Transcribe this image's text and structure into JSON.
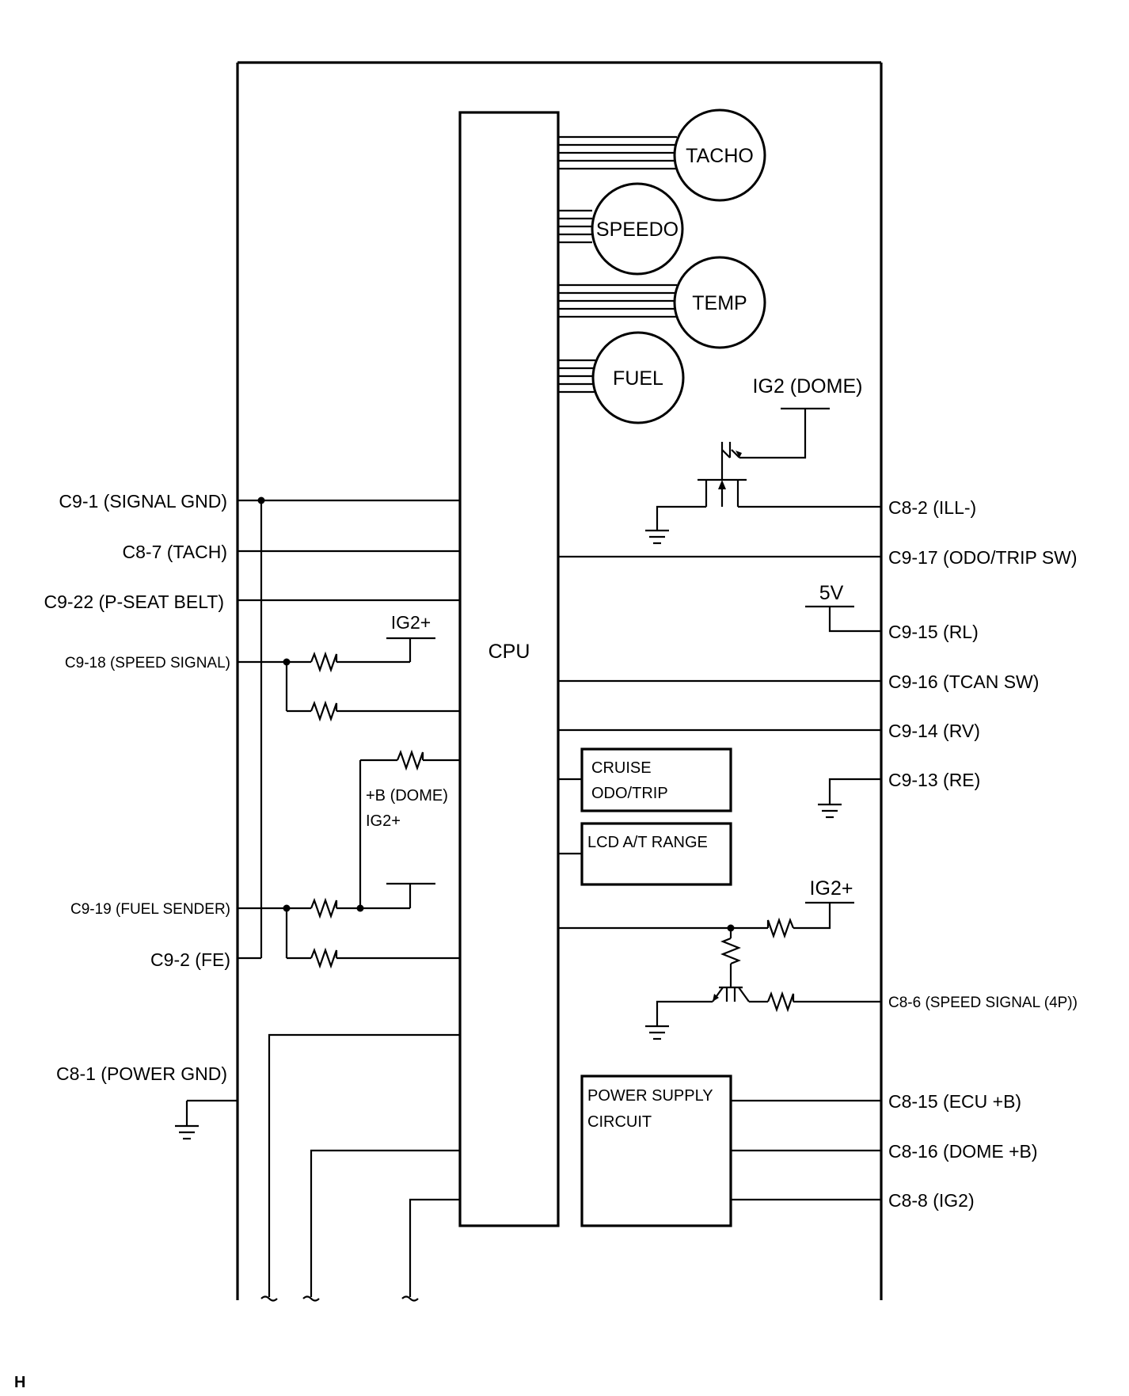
{
  "diagram": {
    "cpu": "CPU",
    "gauges": [
      "TACHO",
      "SPEEDO",
      "TEMP",
      "FUEL"
    ],
    "modules": {
      "cruise_line1": "CRUISE",
      "cruise_line2": "ODO/TRIP",
      "lcd": "LCD A/T RANGE",
      "power_line1": "POWER SUPPLY",
      "power_line2": "CIRCUIT"
    },
    "left_terminals": [
      "C9-1 (SIGNAL GND)",
      "C8-7 (TACH)",
      "C9-22 (P-SEAT BELT)",
      "C9-18 (SPEED SIGNAL)",
      "C9-19 (FUEL SENDER)",
      "C9-2 (FE)",
      "C8-1 (POWER GND)"
    ],
    "right_terminals": [
      "C8-2 (ILL-)",
      "C9-17 (ODO/TRIP SW)",
      "C9-15 (RL)",
      "C9-16 (TCAN SW)",
      "C9-14 (RV)",
      "C9-13 (RE)",
      "C8-6 (SPEED SIGNAL (4P))",
      "C8-15 (ECU +B)",
      "C8-16 (DOME +B)",
      "C8-8 (IG2)"
    ],
    "supplies": {
      "ig2_dome": "IG2 (DOME)",
      "five_v": "5V",
      "ig2_plus_left": "IG2+",
      "ig2_plus_right": "IG2+",
      "b_dome": "+B (DOME)",
      "ig2_plus_mid": "IG2+"
    },
    "corner_mark": "H"
  }
}
